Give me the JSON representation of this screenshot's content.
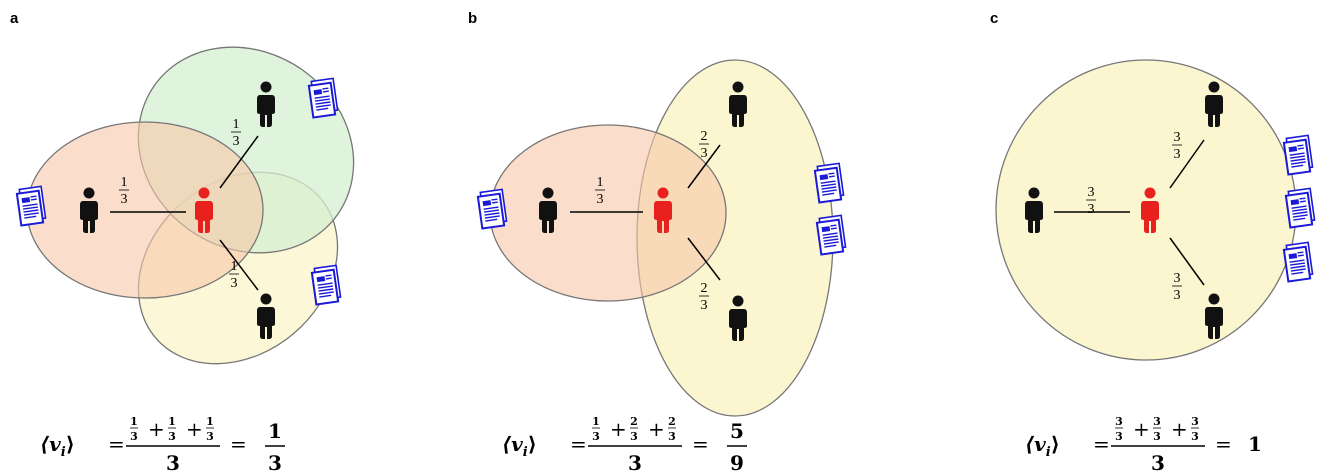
{
  "panels": [
    {
      "letter": "a",
      "edges": [
        {
          "num": "1",
          "den": "3"
        },
        {
          "num": "1",
          "den": "3"
        },
        {
          "num": "1",
          "den": "3"
        }
      ],
      "formula": {
        "lhs": "⟨v",
        "sub": "i",
        "rhs_bracket": "⟩",
        "eq": "=",
        "terms": [
          {
            "num": "1",
            "den": "3"
          },
          {
            "num": "1",
            "den": "3"
          },
          {
            "num": "1",
            "den": "3"
          }
        ],
        "plus": "+",
        "denominator": "3",
        "result_num": "1",
        "result_den": "3"
      }
    },
    {
      "letter": "b",
      "edges": [
        {
          "num": "1",
          "den": "3"
        },
        {
          "num": "2",
          "den": "3"
        },
        {
          "num": "2",
          "den": "3"
        }
      ],
      "formula": {
        "lhs": "⟨v",
        "sub": "i",
        "rhs_bracket": "⟩",
        "eq": "=",
        "terms": [
          {
            "num": "1",
            "den": "3"
          },
          {
            "num": "2",
            "den": "3"
          },
          {
            "num": "2",
            "den": "3"
          }
        ],
        "plus": "+",
        "denominator": "3",
        "result_num": "5",
        "result_den": "9"
      }
    },
    {
      "letter": "c",
      "edges": [
        {
          "num": "3",
          "den": "3"
        },
        {
          "num": "3",
          "den": "3"
        },
        {
          "num": "3",
          "den": "3"
        }
      ],
      "formula": {
        "lhs": "⟨v",
        "sub": "i",
        "rhs_bracket": "⟩",
        "eq": "=",
        "terms": [
          {
            "num": "3",
            "den": "3"
          },
          {
            "num": "3",
            "den": "3"
          },
          {
            "num": "3",
            "den": "3"
          }
        ],
        "plus": "+",
        "denominator": "3",
        "result": "1"
      }
    }
  ],
  "colors": {
    "focal_person": "#e8201e",
    "other_person": "#111111",
    "ellipse_orange": "#f7d3b8",
    "ellipse_green": "#d6efd2",
    "ellipse_yellow": "#fbf6cf",
    "document_blue": "#1a1ad6"
  },
  "icons": [
    "person-icon",
    "document-icon"
  ]
}
